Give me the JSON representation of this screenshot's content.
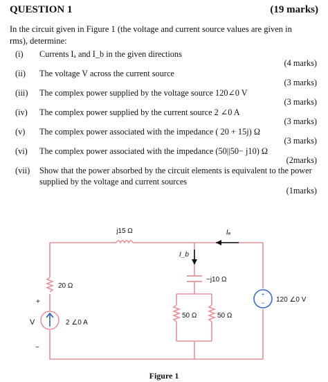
{
  "header": {
    "title": "QUESTION 1",
    "marks": "(19 marks)"
  },
  "intro": "In the circuit given in Figure 1 (the voltage and current source values are given in rms), determine:",
  "questions": [
    {
      "num": "(i)",
      "text": "Currents Iₐ and I_b in the given directions",
      "marks": "(4 marks)"
    },
    {
      "num": "(ii)",
      "text": "The voltage V across the current source",
      "marks": "(3 marks)"
    },
    {
      "num": "(iii)",
      "text": "The complex power supplied by the voltage source 120∠0 V",
      "marks": "(3 marks)"
    },
    {
      "num": "(iv)",
      "text": "The complex power supplied by the current source 2 ∠0 A",
      "marks": "(3 marks)"
    },
    {
      "num": "(v)",
      "text": "The complex power associated with the impedance ( 20 + 15j) Ω",
      "marks": "(3 marks)"
    },
    {
      "num": "(vi)",
      "text": "The complex power associated with the impedance (50||50− j10) Ω",
      "marks": "(2marks)"
    },
    {
      "num": "(vii)",
      "text": "Show that the power absorbed by the circuit elements is equivalent to the power",
      "text2": "supplied by the voltage and current sources",
      "marks": "(1marks)"
    }
  ],
  "figure": {
    "caption": "Figure 1",
    "labels": {
      "inductor": "j15 Ω",
      "ia": "Iₐ",
      "ib": "I_b",
      "capacitor": "−j10 Ω",
      "resistor20": "20 Ω",
      "plus": "+",
      "v": "V",
      "minus": "−",
      "current_source": "2 ∠0 A",
      "r50a": "50 Ω",
      "r50b": "50 Ω",
      "voltage_source": "120 ∠0 V"
    }
  }
}
